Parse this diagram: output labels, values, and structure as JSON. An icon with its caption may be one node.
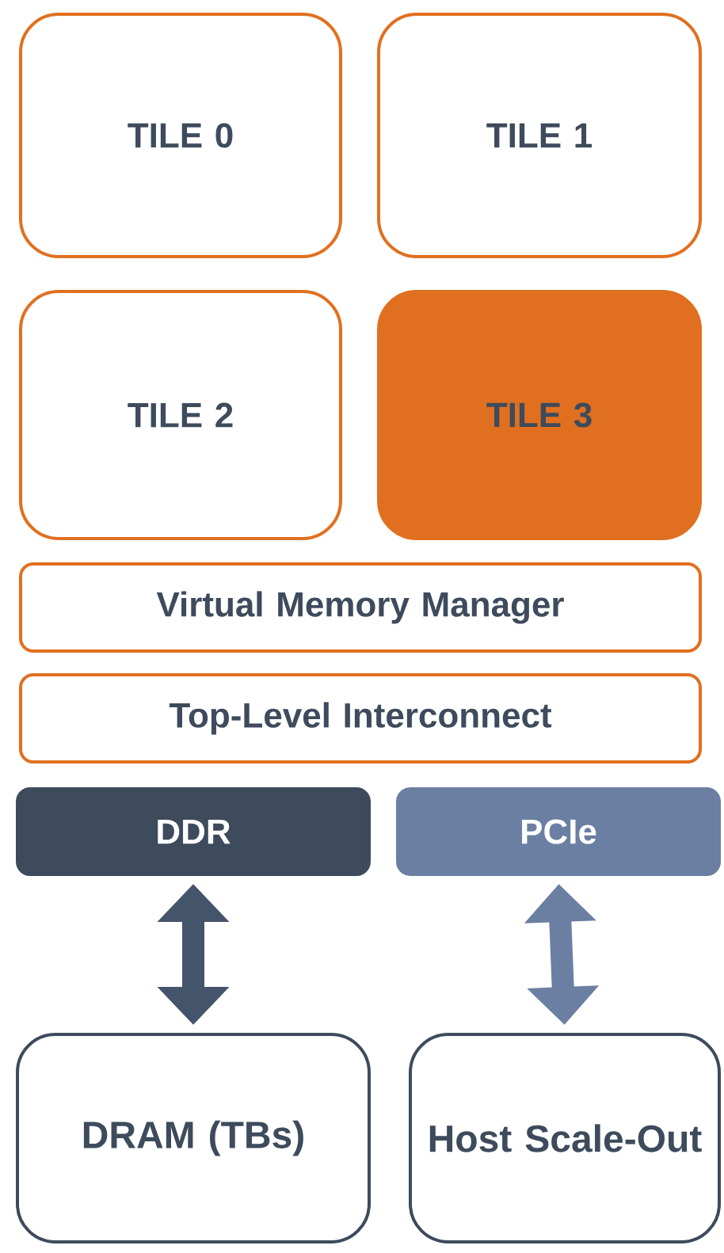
{
  "diagram": {
    "nodes": [
      {
        "text": [
          "TILE 0"
        ]
      },
      {
        "text": [
          "TILE 1"
        ]
      },
      {
        "text": [
          "TILE 2"
        ]
      },
      {
        "text": [
          "TILE 3"
        ]
      },
      {
        "text": [
          "Virtual Memory Manager"
        ]
      },
      {
        "text": [
          "Top-Level Interconnect"
        ]
      },
      {
        "text": [
          "DDR"
        ]
      },
      {
        "text": [
          "PCIe"
        ]
      },
      {
        "text": [
          "DRAM (TBs)"
        ]
      },
      {
        "text": [
          "Host Scale-Out"
        ]
      }
    ],
    "edges": [
      {
        "from": 6,
        "to": 8,
        "arrow": "both",
        "color": "#44546a"
      },
      {
        "from": 7,
        "to": 9,
        "arrow": "both",
        "color": "#6b7fa3"
      }
    ]
  }
}
